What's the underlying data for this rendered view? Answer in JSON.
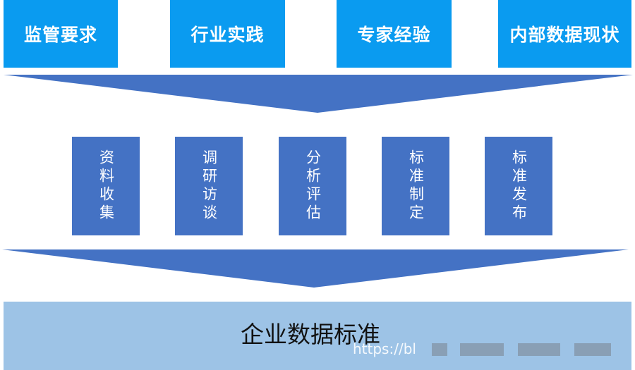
{
  "inputs": [
    {
      "label": "监管要求"
    },
    {
      "label": "行业实践"
    },
    {
      "label": "专家经验"
    },
    {
      "label": "内部数据现状"
    }
  ],
  "steps": [
    {
      "label": "资料收集"
    },
    {
      "label": "调研访谈"
    },
    {
      "label": "分析评估"
    },
    {
      "label": "标准制定"
    },
    {
      "label": "标准发布"
    }
  ],
  "result": {
    "label": "企业数据标准"
  },
  "watermark": {
    "text": "https://bl"
  },
  "colors": {
    "input_box": "#0a9bf0",
    "funnel": "#4472c4",
    "step_box": "#4472c4",
    "result_bar": "#9dc3e6"
  }
}
